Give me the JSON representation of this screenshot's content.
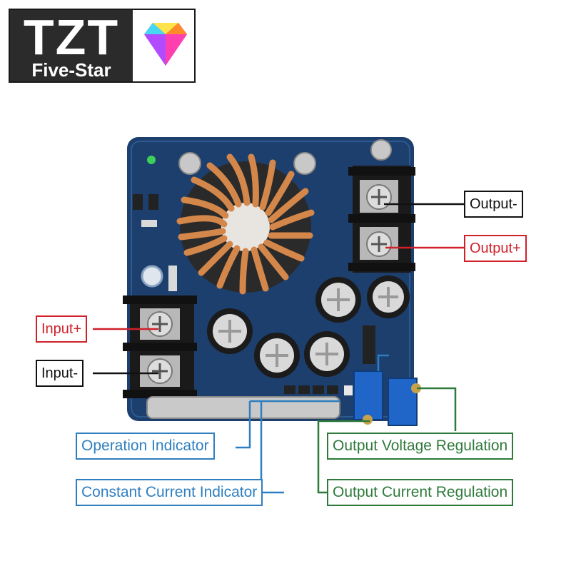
{
  "logo": {
    "brand": "TZT",
    "tagline": "Five-Star"
  },
  "labels": {
    "output_neg": "Output-",
    "output_pos": "Output+",
    "input_pos": "Input+",
    "input_neg": "Input-",
    "operation_indicator": "Operation Indicator",
    "constant_current_indicator": "Constant Current Indicator",
    "output_voltage_regulation": "Output Voltage Regulation",
    "output_current_regulation": "Output Current Regulation"
  },
  "colors": {
    "pcb": "#1d3f6e",
    "black_label": "#111111",
    "red_label": "#d0202a",
    "blue_label": "#2f7fc0",
    "green_label": "#2e7a3a"
  }
}
